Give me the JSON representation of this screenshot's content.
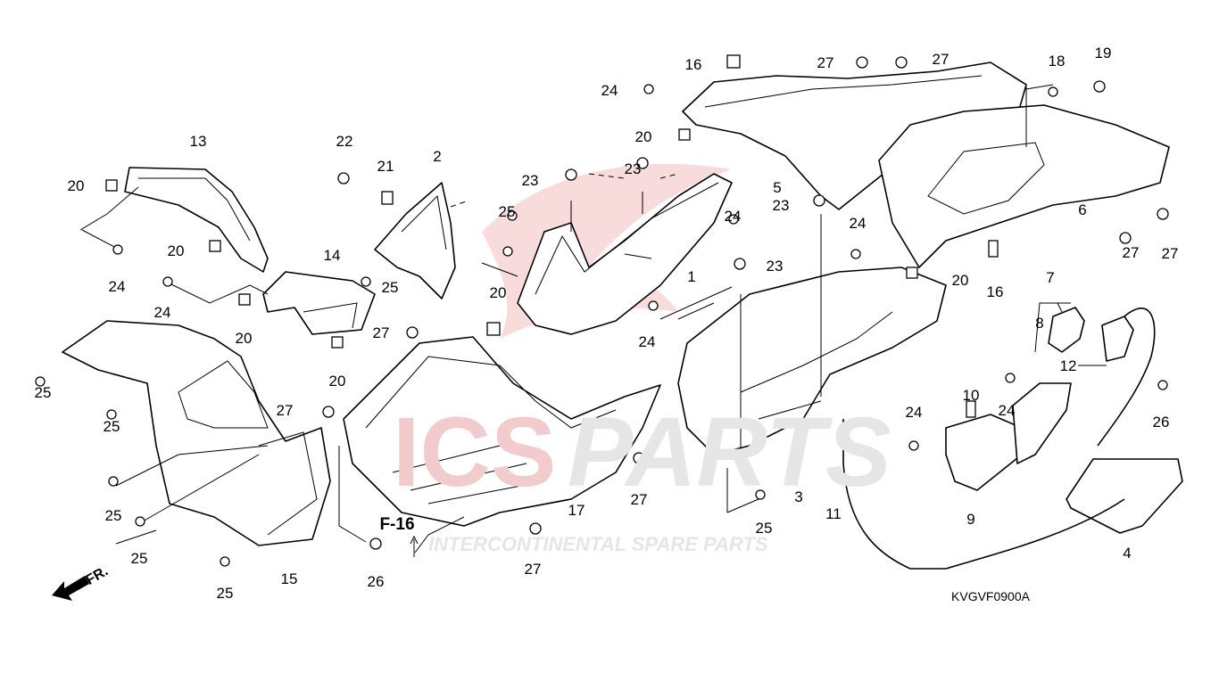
{
  "diagram": {
    "code": "KVGVF0900A",
    "reference": "F-16",
    "front_marker": "FR.",
    "watermark": {
      "brand": "ICSPARTS",
      "tagline": "INTERCONTINENTAL SPARE PARTS",
      "accent": "#e8a0a0"
    },
    "labels": [
      "13",
      "20",
      "20",
      "24",
      "24",
      "20",
      "14",
      "20",
      "22",
      "21",
      "2",
      "25",
      "27",
      "25",
      "20",
      "23",
      "23",
      "24",
      "16",
      "20",
      "1",
      "24",
      "23",
      "23",
      "24",
      "5",
      "27",
      "27",
      "18",
      "19",
      "6",
      "24",
      "20",
      "16",
      "27",
      "27",
      "7",
      "8",
      "12",
      "10",
      "24",
      "24",
      "26",
      "3",
      "9",
      "11",
      "25",
      "4",
      "27",
      "17",
      "27",
      "25",
      "25",
      "27",
      "25",
      "25",
      "25",
      "15",
      "26"
    ]
  }
}
